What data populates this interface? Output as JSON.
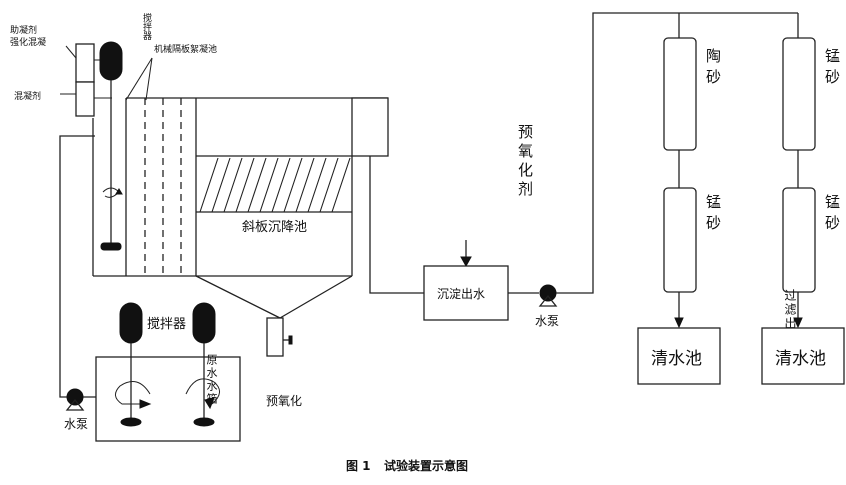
{
  "labels": {
    "anticoagulant": "助凝剂",
    "enhanced_coagulation": "强化混凝",
    "coagulant": "混凝剂",
    "stirrer_top": "搅拌器",
    "mech_flocculation_tank": "机械隔板絮凝池",
    "inclined_plate_settler": "斜板沉降池",
    "preoxidant": "预氧化剂",
    "sedimentation_outlet": "沉淀出水",
    "pump_right": "水泵",
    "pump_left": "水泵",
    "stirrer_bottom": "搅拌器",
    "raw_water_tank": "原水水箱",
    "preoxidation": "预氧化",
    "col1_top": "陶砂",
    "col1_bottom": "锰砂",
    "col2_top": "锰砂",
    "col2_bottom": "锰砂",
    "filter_outlet": "过滤出水",
    "clear_tank_1": "清水池",
    "clear_tank_2": "清水池"
  },
  "caption": {
    "figure_number": "图 1",
    "title": "试验装置示意图"
  }
}
